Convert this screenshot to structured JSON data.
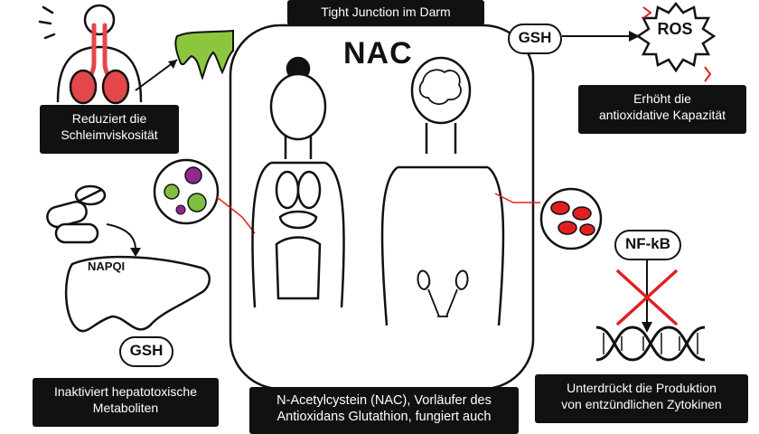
{
  "labels": {
    "tight_junction": "Tight Junction im Darm",
    "mucus": [
      "Reduziert die",
      "Schleimviskosität"
    ],
    "antioxidant": [
      "Erhöht die",
      "antioxidative Kapazität"
    ],
    "liver": [
      "Inaktiviert hepatotoxische",
      "Metaboliten"
    ],
    "nac_desc": [
      "N-Acetylcystein (NAC), Vorläufer des",
      "Antioxidans Glutathion, fungiert auch"
    ],
    "cytokines": [
      "Unterdrückt die Produktion",
      "von entzündlichen Zytokinen"
    ]
  },
  "title": "NAC",
  "tags": {
    "gsh_top": "GSH",
    "gsh_liver": "GSH",
    "ros": "ROS",
    "nfkb": "NF-kB",
    "napqi": "NAPQI"
  },
  "colors": {
    "label_bg": "#111111",
    "mucus_green": "#8cc63f",
    "red": "#e02020",
    "lung_red": "#e2484a",
    "virus_purple": "#8e2a8f",
    "virus_green": "#7fbf3f"
  },
  "icons": [
    "human-respiratory-icon",
    "mucus-icon",
    "virus-icon",
    "pills-icon",
    "liver-icon",
    "woman-organs-icon",
    "man-brain-kidney-icon",
    "blood-cells-icon",
    "ros-burst-icon",
    "dna-icon",
    "cross-icon"
  ]
}
